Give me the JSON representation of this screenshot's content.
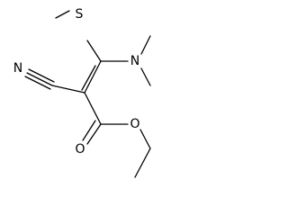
{
  "molecule": {
    "atoms": {
      "sulfur": "S",
      "nitrogen_amine": "N",
      "nitrogen_nitrile": "N",
      "oxygen_carbonyl": "O",
      "oxygen_ester": "O"
    },
    "colors": {
      "bond": "#000000",
      "label": "#000000",
      "background": "#ffffff"
    }
  }
}
